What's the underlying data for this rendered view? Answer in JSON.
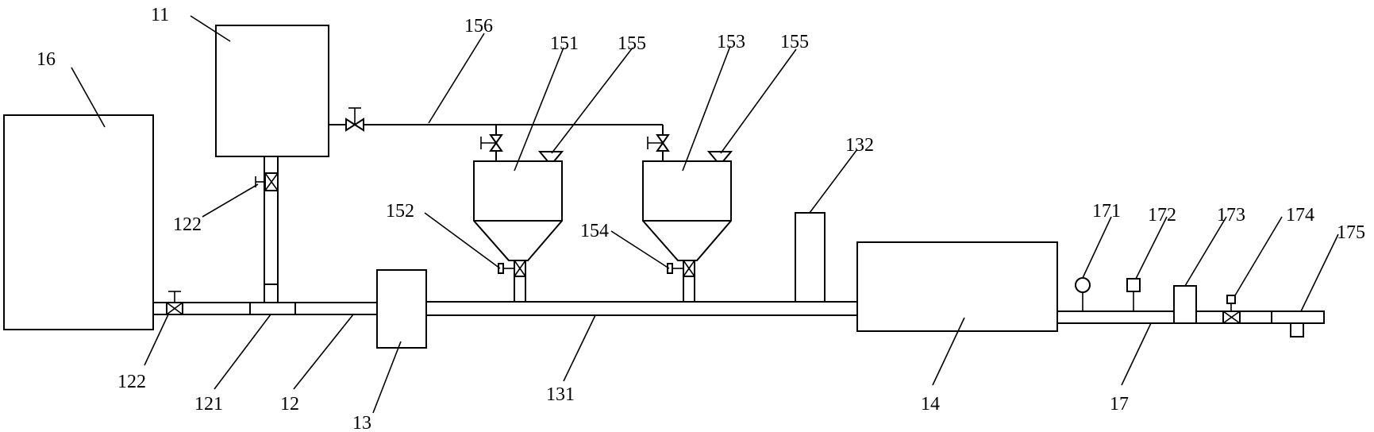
{
  "labels": {
    "l11": "11",
    "l16": "16",
    "l156": "156",
    "l151": "151",
    "l155a": "155",
    "l153": "153",
    "l155b": "155",
    "l132": "132",
    "l122a": "122",
    "l152": "152",
    "l154": "154",
    "l171": "171",
    "l172": "172",
    "l173": "173",
    "l174": "174",
    "l175": "175",
    "l122b": "122",
    "l121": "121",
    "l12": "12",
    "l13": "13",
    "l131": "131",
    "l14": "14",
    "l17": "17"
  }
}
